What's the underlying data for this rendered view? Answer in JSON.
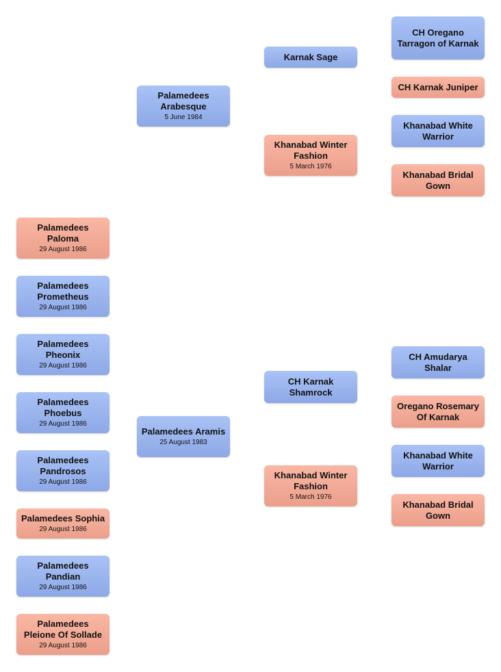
{
  "offspring": [
    {
      "name": "Palamedees Paloma",
      "date": "29 August 1986",
      "sex": "female"
    },
    {
      "name": "Palamedees Prometheus",
      "date": "29 August 1986",
      "sex": "male"
    },
    {
      "name": "Palamedees Pheonix",
      "date": "29 August 1986",
      "sex": "male"
    },
    {
      "name": "Palamedees Phoebus",
      "date": "29 August 1986",
      "sex": "male"
    },
    {
      "name": "Palamedees Pandrosos",
      "date": "29 August 1986",
      "sex": "male"
    },
    {
      "name": "Palamedees Sophia",
      "date": "29 August 1986",
      "sex": "female"
    },
    {
      "name": "Palamedees Pandian",
      "date": "29 August 1986",
      "sex": "male"
    },
    {
      "name": "Palamedees Pleione Of Sollade",
      "date": "29 August 1986",
      "sex": "female"
    }
  ],
  "parents": {
    "upper": {
      "name": "Palamedees Arabesque",
      "date": "5 June 1984",
      "sex": "male"
    },
    "lower": {
      "name": "Palamedees Aramis",
      "date": "25 August 1983",
      "sex": "male"
    }
  },
  "grandparents": {
    "upper_sire": {
      "name": "Karnak Sage",
      "date": "",
      "sex": "male"
    },
    "upper_dam": {
      "name": "Khanabad Winter Fashion",
      "date": "5 March 1976",
      "sex": "female"
    },
    "lower_sire": {
      "name": "CH Karnak Shamrock",
      "date": "",
      "sex": "male"
    },
    "lower_dam": {
      "name": "Khanabad Winter Fashion",
      "date": "5 March 1976",
      "sex": "female"
    }
  },
  "great_grandparents": [
    {
      "name": "CH Oregano Tarragon of Karnak",
      "sex": "male"
    },
    {
      "name": "CH Karnak Juniper",
      "sex": "female"
    },
    {
      "name": "Khanabad White Warrior",
      "sex": "male"
    },
    {
      "name": "Khanabad Bridal Gown",
      "sex": "female"
    },
    {
      "name": "CH Amudarya Shalar",
      "sex": "male"
    },
    {
      "name": "Oregano Rosemary Of Karnak",
      "sex": "female"
    },
    {
      "name": "Khanabad White Warrior",
      "sex": "male"
    },
    {
      "name": "Khanabad Bridal Gown",
      "sex": "female"
    }
  ],
  "colors": {
    "male": "#9bb5ef",
    "female": "#f3ab97"
  }
}
